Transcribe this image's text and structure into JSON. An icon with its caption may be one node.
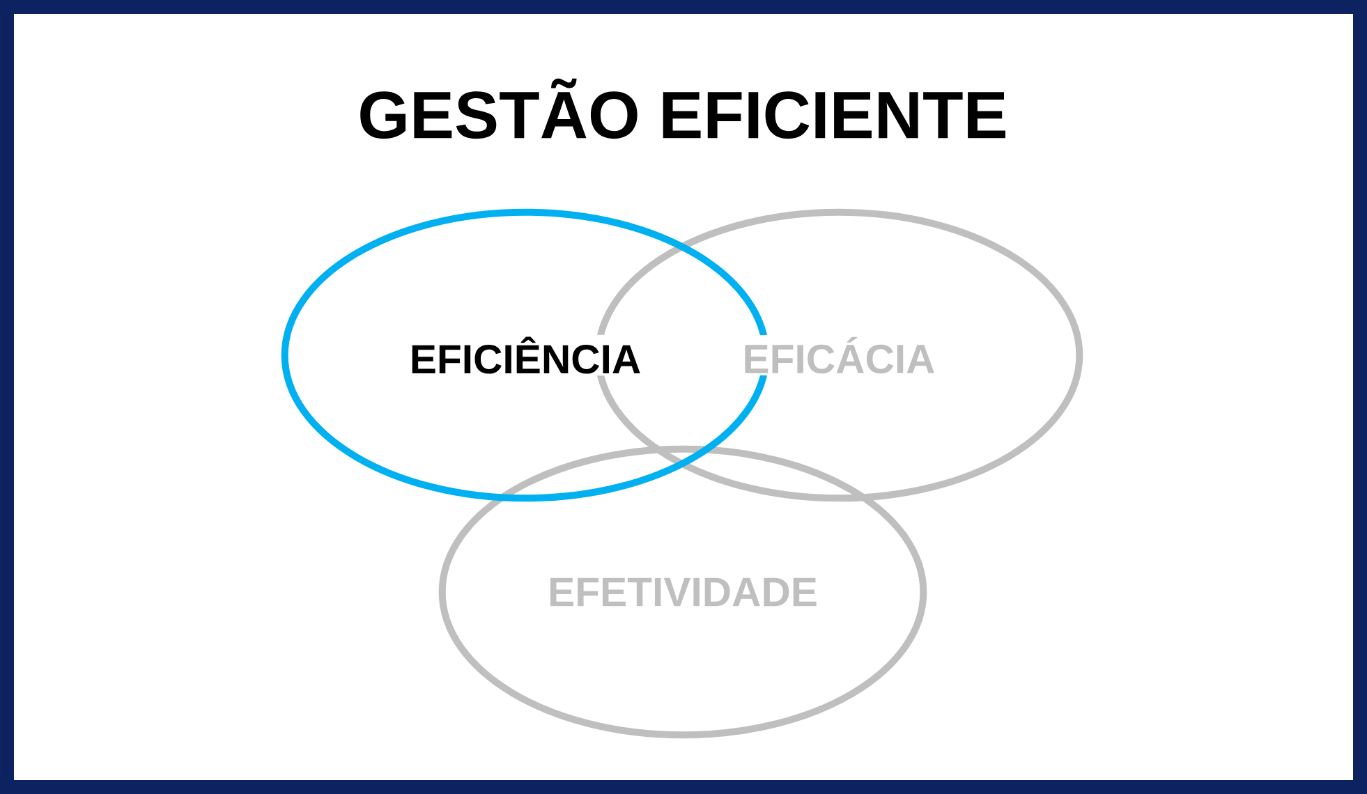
{
  "diagram": {
    "title": "GESTÃO EFICIENTE",
    "nodes": [
      {
        "text": [
          "EFICIÊNCIA"
        ]
      },
      {
        "text": [
          "EFICÁCIA"
        ]
      },
      {
        "text": [
          "EFETIVIDADE"
        ]
      }
    ]
  }
}
